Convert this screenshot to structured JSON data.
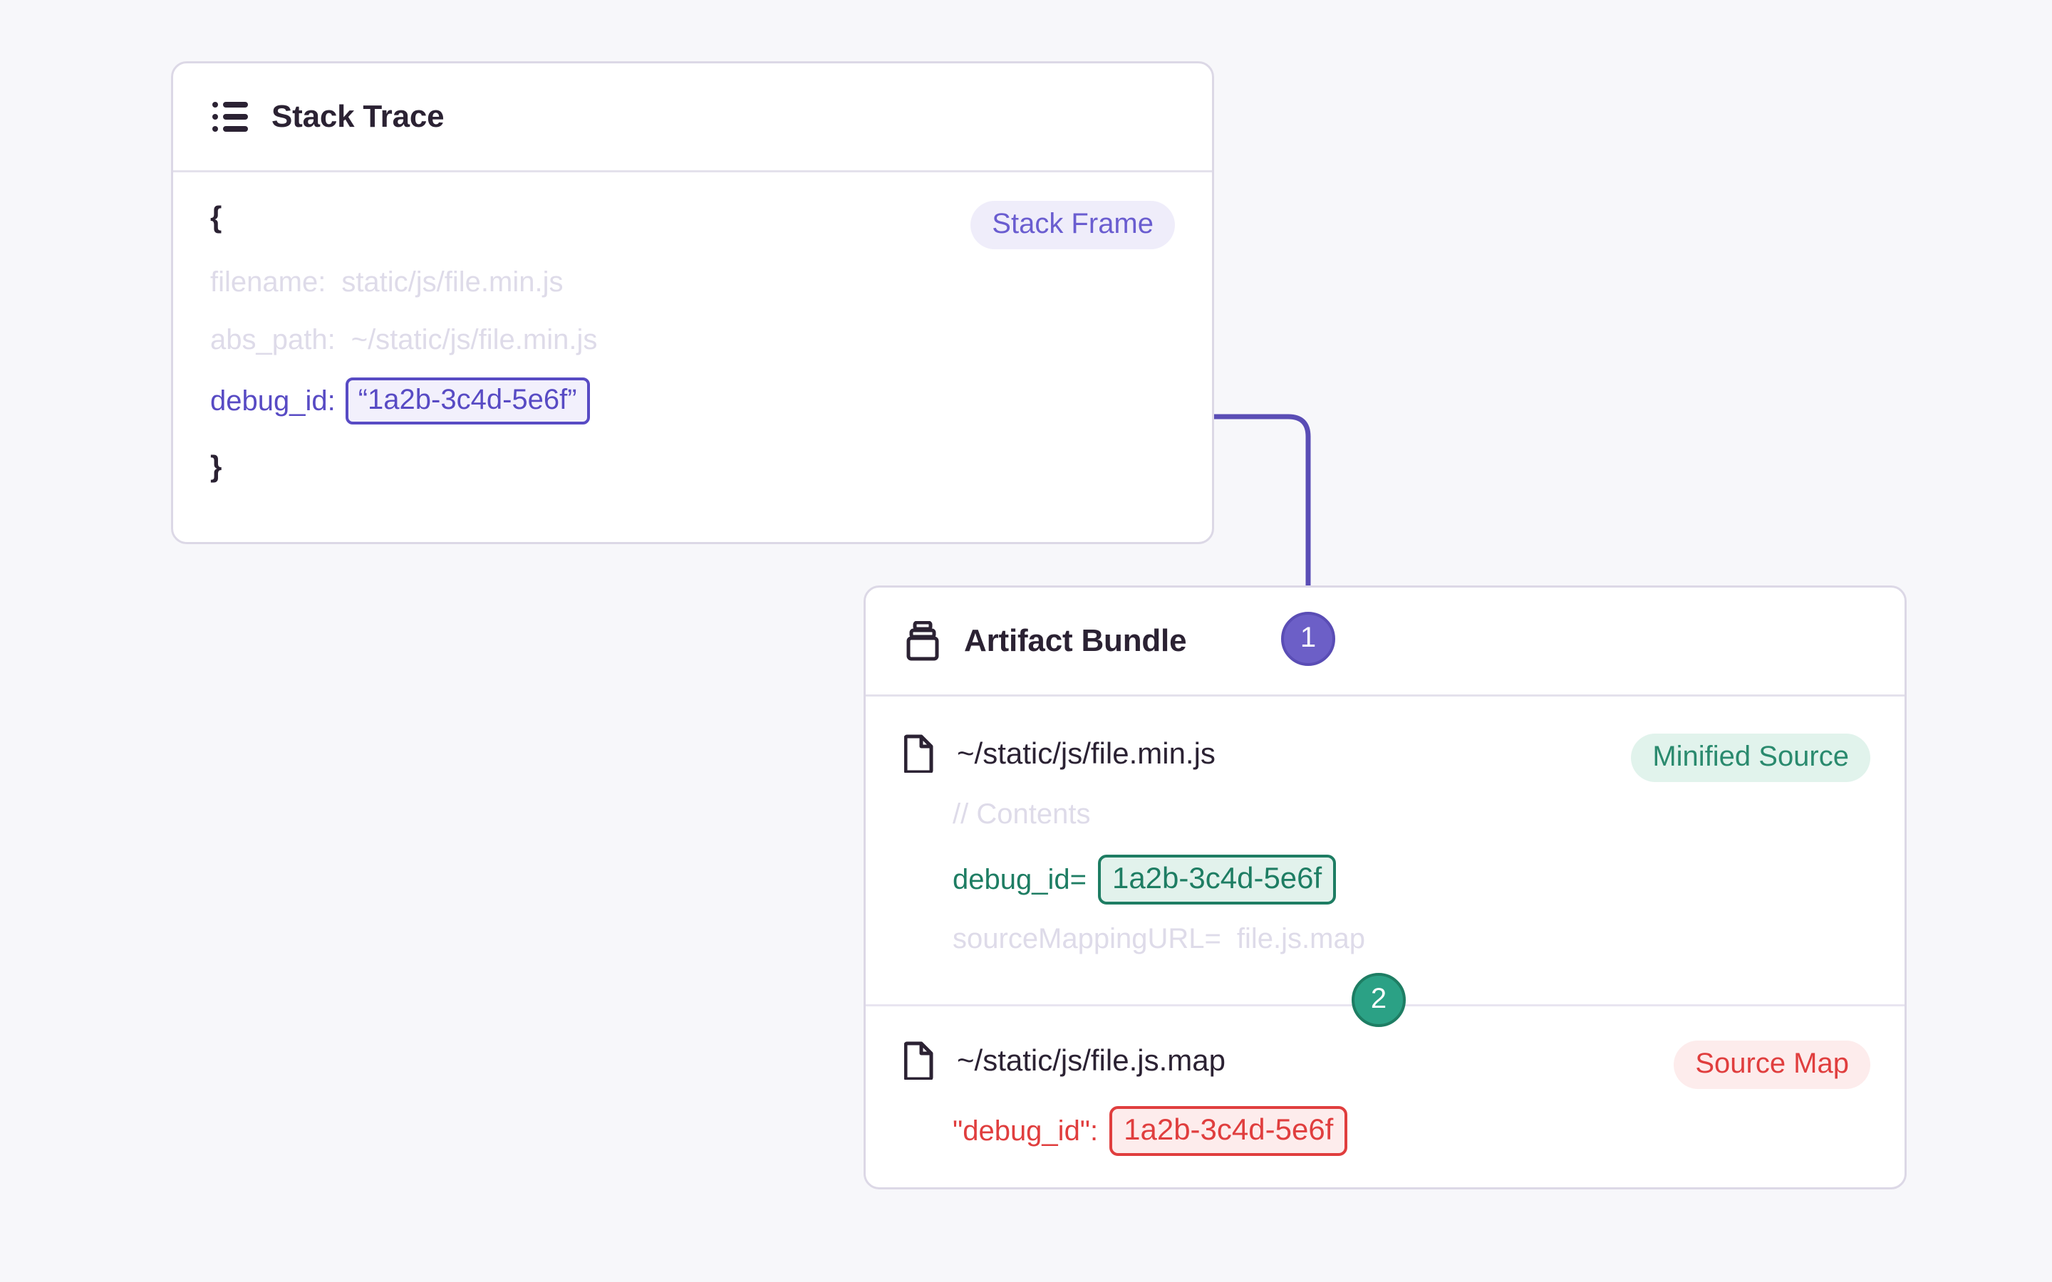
{
  "page": {
    "background_color": "#F7F7FA",
    "title": "Debug ID linking: Stack Trace to Artifact Bundle"
  },
  "colors": {
    "purple": "#584BC4",
    "purple_badge": "#6C5FC7",
    "purple_pill_bg": "#EFEDFA",
    "purple_pill_text": "#6A5DD0",
    "green": "#1E7D63",
    "green_badge": "#2BA185",
    "green_pill_bg": "#E1F3EC",
    "green_pill_text": "#2A8A6E",
    "red": "#E03E3E",
    "red_pill_bg": "#FDECEC",
    "card_border": "#DCD8E6",
    "muted_text": "#DEDBE9",
    "heading_text": "#2B2233"
  },
  "stack_trace_card": {
    "icon": "list-icon",
    "title": "Stack Trace",
    "pill": {
      "label": "Stack Frame",
      "icon": "stack-frame-badge"
    },
    "open_brace": "{",
    "close_brace": "}",
    "fields": [
      {
        "key": "filename:",
        "value": "static/js/file.min.js",
        "muted": true
      },
      {
        "key": "abs_path:",
        "value": "~/static/js/file.min.js",
        "muted": true
      }
    ],
    "debug_id": {
      "key": "debug_id:",
      "value": "“1a2b-3c4d-5e6f”"
    }
  },
  "artifact_bundle_card": {
    "icon": "bundle-icon",
    "title": "Artifact Bundle",
    "files": [
      {
        "icon": "file-icon",
        "name": "~/static/js/file.min.js",
        "pill": {
          "label": "Minified Source"
        },
        "lines": [
          {
            "key": "// Contents",
            "value": "",
            "muted": true
          },
          {
            "key": "debug_id=",
            "value": "1a2b-3c4d-5e6f",
            "muted": false,
            "highlight": "green"
          },
          {
            "key": "sourceMappingURL=",
            "value": "file.js.map",
            "muted": true
          }
        ]
      },
      {
        "icon": "file-icon",
        "name": "~/static/js/file.js.map",
        "pill": {
          "label": "Source Map"
        },
        "lines": [
          {
            "key": "\"debug_id\":",
            "value": "1a2b-3c4d-5e6f",
            "muted": false,
            "highlight": "red"
          }
        ]
      }
    ]
  },
  "steps": [
    {
      "number": "1",
      "color": "#6C5FC7",
      "name": "step-badge-1"
    },
    {
      "number": "2",
      "color": "#2BA185",
      "name": "step-badge-2"
    }
  ],
  "connectors": [
    {
      "name": "stack-trace-to-bundle",
      "color": "#584BC4",
      "from": "stack-frame-debug-id",
      "to": "step-badge-1"
    },
    {
      "name": "bundle-to-minified-debug-id",
      "color": "#1E7D63",
      "from": "step-badge-1",
      "to": "minified-debug-id"
    },
    {
      "name": "minified-to-sourcemap",
      "color": "#1E7D63",
      "from": "minified-debug-id",
      "to": "step-badge-2"
    },
    {
      "name": "sourcemap-to-debug-id",
      "color": "#C0392B",
      "from": "step-badge-2",
      "to": "sourcemap-debug-id"
    }
  ]
}
